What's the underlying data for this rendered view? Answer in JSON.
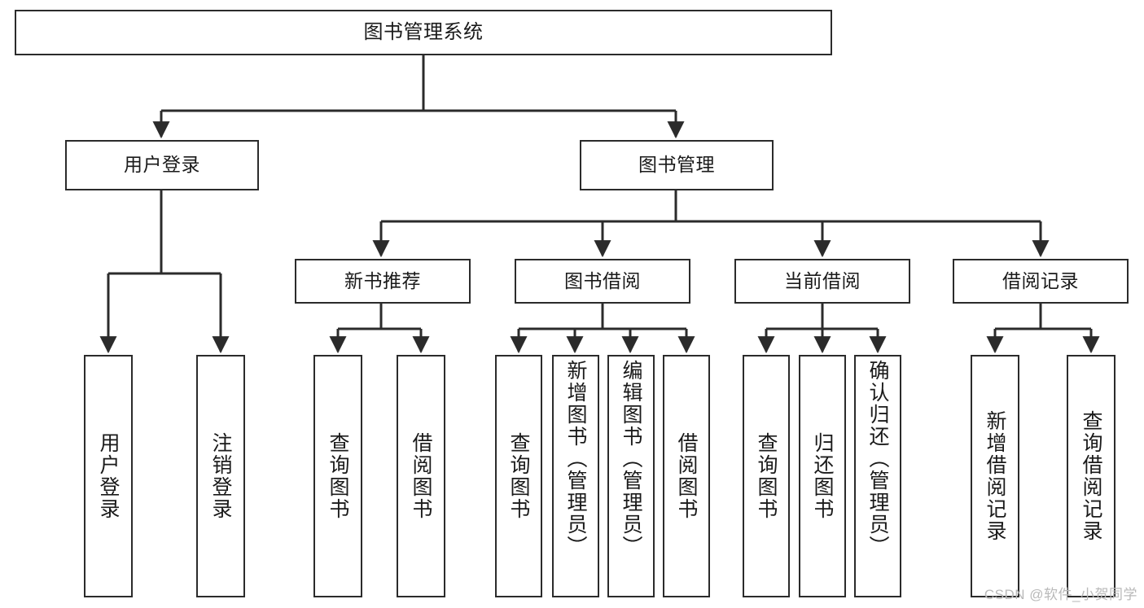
{
  "diagram": {
    "title": "图书管理系统",
    "type": "tree",
    "watermark": "CSDN @软件_小贺同学",
    "colors": {
      "background": "#ffffff",
      "node_border": "#2b2b2b",
      "node_fill": "#ffffff",
      "text": "#1a1a1a",
      "edge": "#2b2b2b",
      "watermark": "#b9b9b9"
    },
    "levels": {
      "root": {
        "label": "图书管理系统"
      },
      "level1": [
        {
          "label": "用户登录"
        },
        {
          "label": "图书管理"
        }
      ],
      "level2": [
        {
          "label": "新书推荐"
        },
        {
          "label": "图书借阅"
        },
        {
          "label": "当前借阅"
        },
        {
          "label": "借阅记录"
        }
      ]
    },
    "leaves": {
      "user_login": [
        {
          "label": "用户登录"
        },
        {
          "label": "注销登录"
        }
      ],
      "new_book_recommend": [
        {
          "label": "查询图书"
        },
        {
          "label": "借阅图书"
        }
      ],
      "book_borrow": [
        {
          "label": "查询图书"
        },
        {
          "label": "新增图书（管理员）"
        },
        {
          "label": "编辑图书（管理员）"
        },
        {
          "label": "借阅图书"
        }
      ],
      "current_borrow": [
        {
          "label": "查询图书"
        },
        {
          "label": "归还图书"
        },
        {
          "label": "确认归还（管理员）"
        }
      ],
      "borrow_record": [
        {
          "label": "新增借阅记录"
        },
        {
          "label": "查询借阅记录"
        }
      ]
    }
  }
}
